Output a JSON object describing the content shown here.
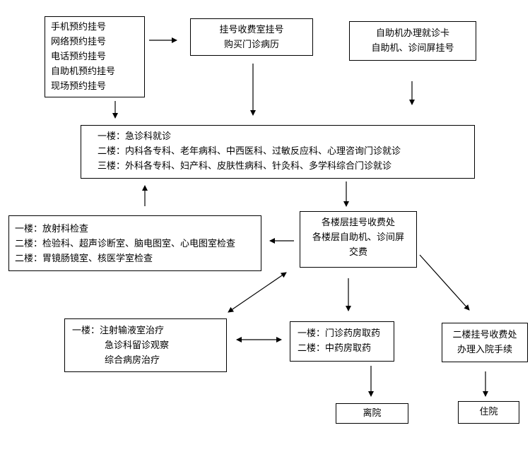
{
  "booking": {
    "lines": [
      "手机预约挂号",
      "网络预约挂号",
      "电话预约挂号",
      "自助机预约挂号",
      "现场预约挂号"
    ]
  },
  "registration_office": {
    "lines": [
      "挂号收费室挂号",
      "购买门诊病历"
    ]
  },
  "self_service": {
    "lines": [
      "自助机办理就诊卡",
      "自助机、诊间屏挂号"
    ]
  },
  "departments": {
    "lines": [
      "一楼：急诊科就诊",
      "二楼：内科各专科、老年病科、中西医科、过敏反应科、心理咨询门诊就诊",
      "三楼：外科各专科、妇产科、皮肤性病科、针灸科、多学科综合门诊就诊"
    ]
  },
  "examinations": {
    "lines": [
      "一楼：放射科检查",
      "二楼：检验科、超声诊断室、脑电图室、心电图室检查",
      "二楼：胃镜肠镜室、核医学室检查"
    ]
  },
  "payment": {
    "lines": [
      "各楼层挂号收费处",
      "各楼层自助机、诊间屏",
      "交费"
    ]
  },
  "treatment": {
    "lines": [
      "一楼：注射输液室治疗",
      "急诊科留诊观察",
      "综合病房治疗"
    ]
  },
  "pharmacy": {
    "lines": [
      "一楼：门诊药房取药",
      "二楼：中药房取药"
    ]
  },
  "admission": {
    "lines": [
      "二楼挂号收费处",
      "办理入院手续"
    ]
  },
  "discharge": {
    "label": "离院"
  },
  "hospitalized": {
    "label": "住院"
  }
}
